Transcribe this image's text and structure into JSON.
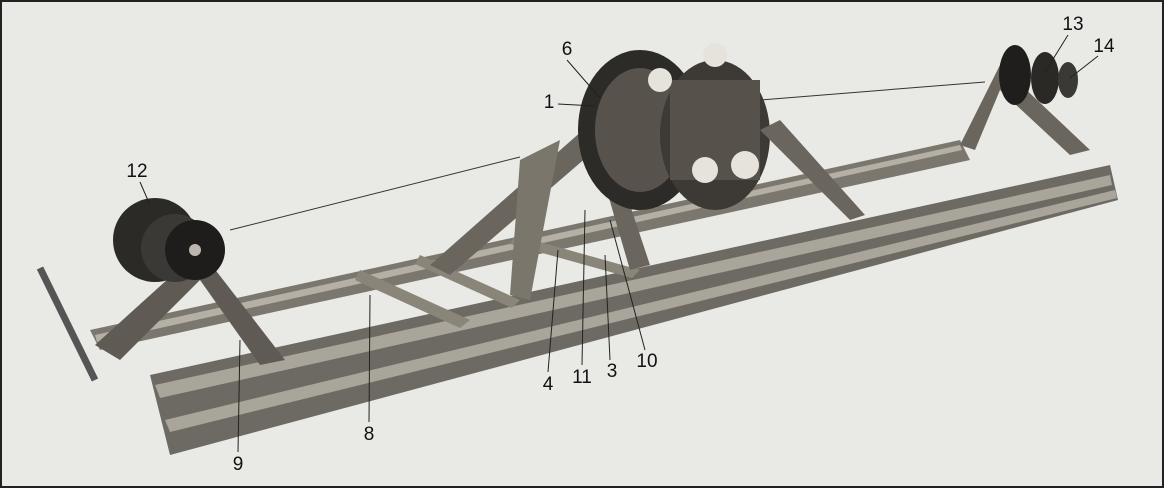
{
  "figure": {
    "callouts": [
      {
        "id": "1",
        "text": "1"
      },
      {
        "id": "3",
        "text": "3"
      },
      {
        "id": "4",
        "text": "4"
      },
      {
        "id": "6",
        "text": "6"
      },
      {
        "id": "8",
        "text": "8"
      },
      {
        "id": "9",
        "text": "9"
      },
      {
        "id": "10",
        "text": "10"
      },
      {
        "id": "11",
        "text": "11"
      },
      {
        "id": "12",
        "text": "12"
      },
      {
        "id": "13",
        "text": "13"
      },
      {
        "id": "14",
        "text": "14"
      }
    ]
  }
}
